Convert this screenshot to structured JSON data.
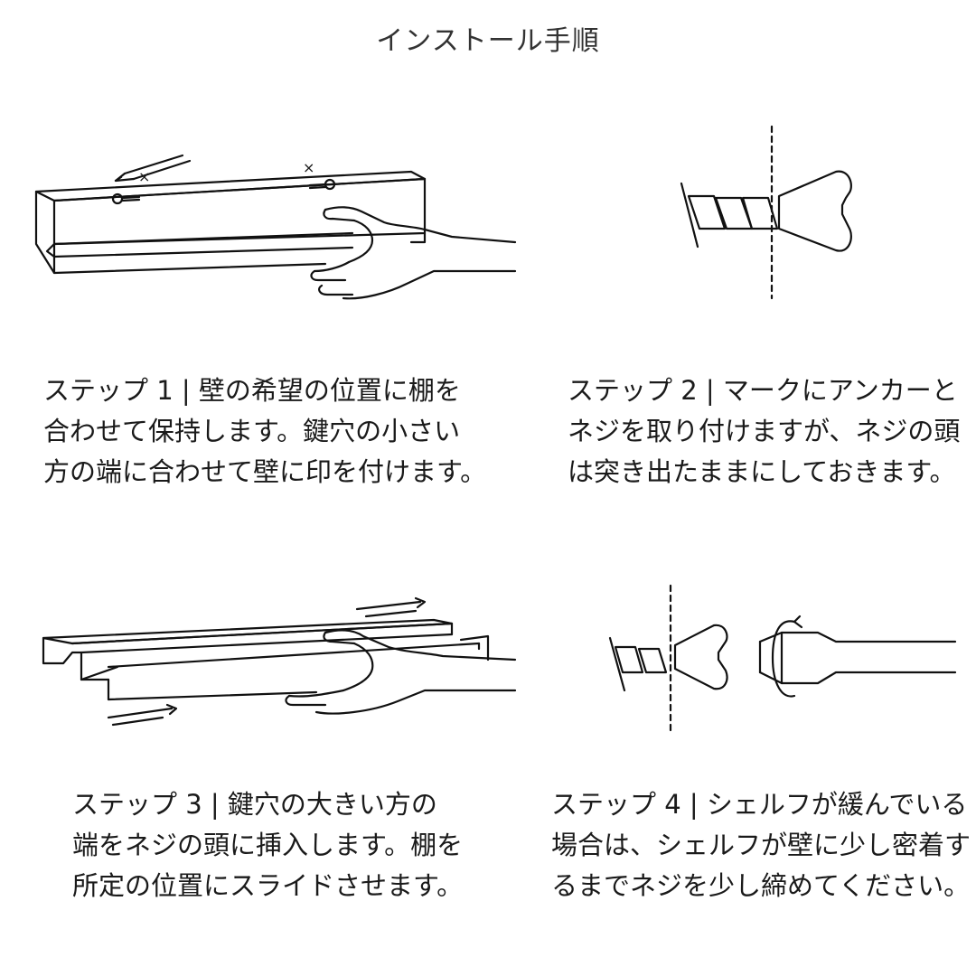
{
  "title": "インストール手順",
  "steps": [
    {
      "lines": [
        "ステップ 1 | 壁の希望の位置に棚を",
        "合わせて保持します。鍵穴の小さい",
        "方の端に合わせて壁に印を付けます。"
      ],
      "marks": [
        "×",
        "×"
      ]
    },
    {
      "lines": [
        "ステップ 2 | マークにアンカーと",
        "ネジを取り付けますが、ネジの頭",
        "は突き出たままにしておきます。"
      ]
    },
    {
      "lines": [
        "ステップ 3 | 鍵穴の大きい方の",
        "端をネジの頭に挿入します。棚を",
        "所定の位置にスライドさせます。"
      ]
    },
    {
      "lines": [
        "ステップ 4 | シェルフが緩んでいる",
        "場合は、シェルフが壁に少し密着す",
        "るまでネジを少し締めてください。"
      ]
    }
  ],
  "colors": {
    "ink": "#111111",
    "text": "#1a1a1a",
    "background": "#ffffff"
  }
}
